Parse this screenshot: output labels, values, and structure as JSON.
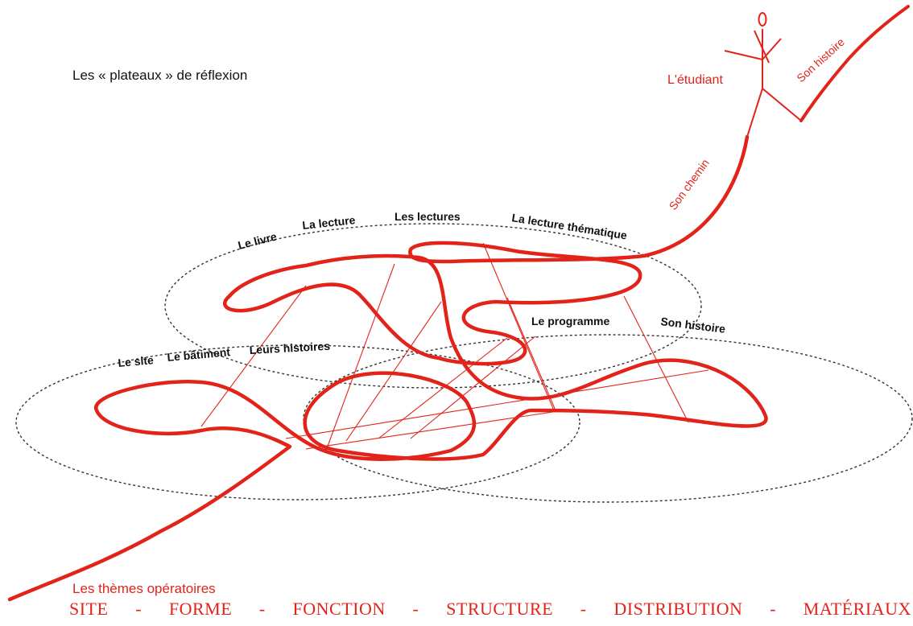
{
  "title": "Les « plateaux » de réflexion",
  "student": {
    "label": "L'étudiant",
    "history_label": "Son histoire",
    "path_label": "Son chemin"
  },
  "upper_plateau": {
    "labels": [
      "Le livre",
      "La lecture",
      "Les lectures",
      "La lecture thématique"
    ]
  },
  "right_plateau": {
    "labels": [
      "Le programme",
      "Son histoire"
    ]
  },
  "left_plateau": {
    "labels": [
      "Le site",
      "Le bâtiment",
      "Leurs histoires"
    ]
  },
  "footer": {
    "title": "Les thèmes opératoires",
    "themes": [
      "SITE",
      "-",
      "FORME",
      "-",
      "FONCTION",
      "-",
      "STRUCTURE",
      "-",
      "DISTRIBUTION",
      "-",
      "MATÉRIAUX"
    ]
  },
  "colors": {
    "path": "#e2231a",
    "ellipse": "#333333",
    "text": "#111111"
  }
}
